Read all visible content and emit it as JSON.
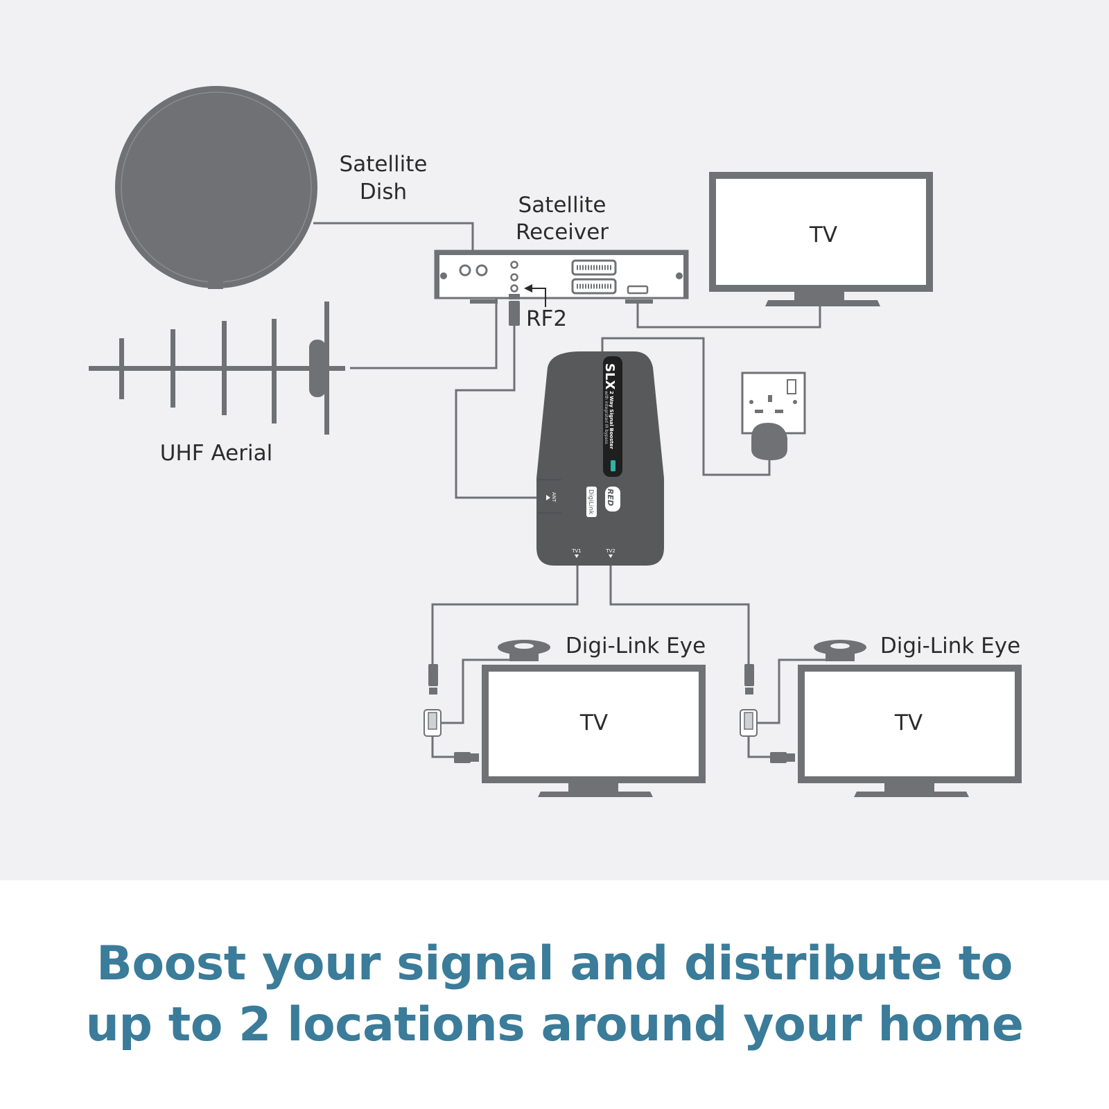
{
  "colors": {
    "background": "#f1f1f3",
    "device": "#6f7174",
    "device_dark": "#58595b",
    "cable": "#6f7174",
    "label": "#2b2b2b",
    "caption": "#3a7c99",
    "booster_accent": "#2fb3a4"
  },
  "labels": {
    "satellite_dish_line1": "Satellite",
    "satellite_dish_line2": "Dish",
    "satellite_receiver_line1": "Satellite",
    "satellite_receiver_line2": "Receiver",
    "rf2": "RF2",
    "uhf_aerial": "UHF Aerial",
    "tv_main": "TV",
    "digilink_eye_1": "Digi-Link Eye",
    "digilink_eye_2": "Digi-Link Eye",
    "tv_1": "TV",
    "tv_2": "TV"
  },
  "booster": {
    "brand": "SLX",
    "title": "2 Way Signal Booster",
    "subtitle": "with integrated IR bypass",
    "digilink": "DigiLink",
    "red": "RED",
    "ant": "ANT",
    "tv1": "TV1",
    "tv2": "TV2"
  },
  "caption": {
    "line1": "Boost your signal and distribute to",
    "line2": "up to 2 locations around your home"
  }
}
